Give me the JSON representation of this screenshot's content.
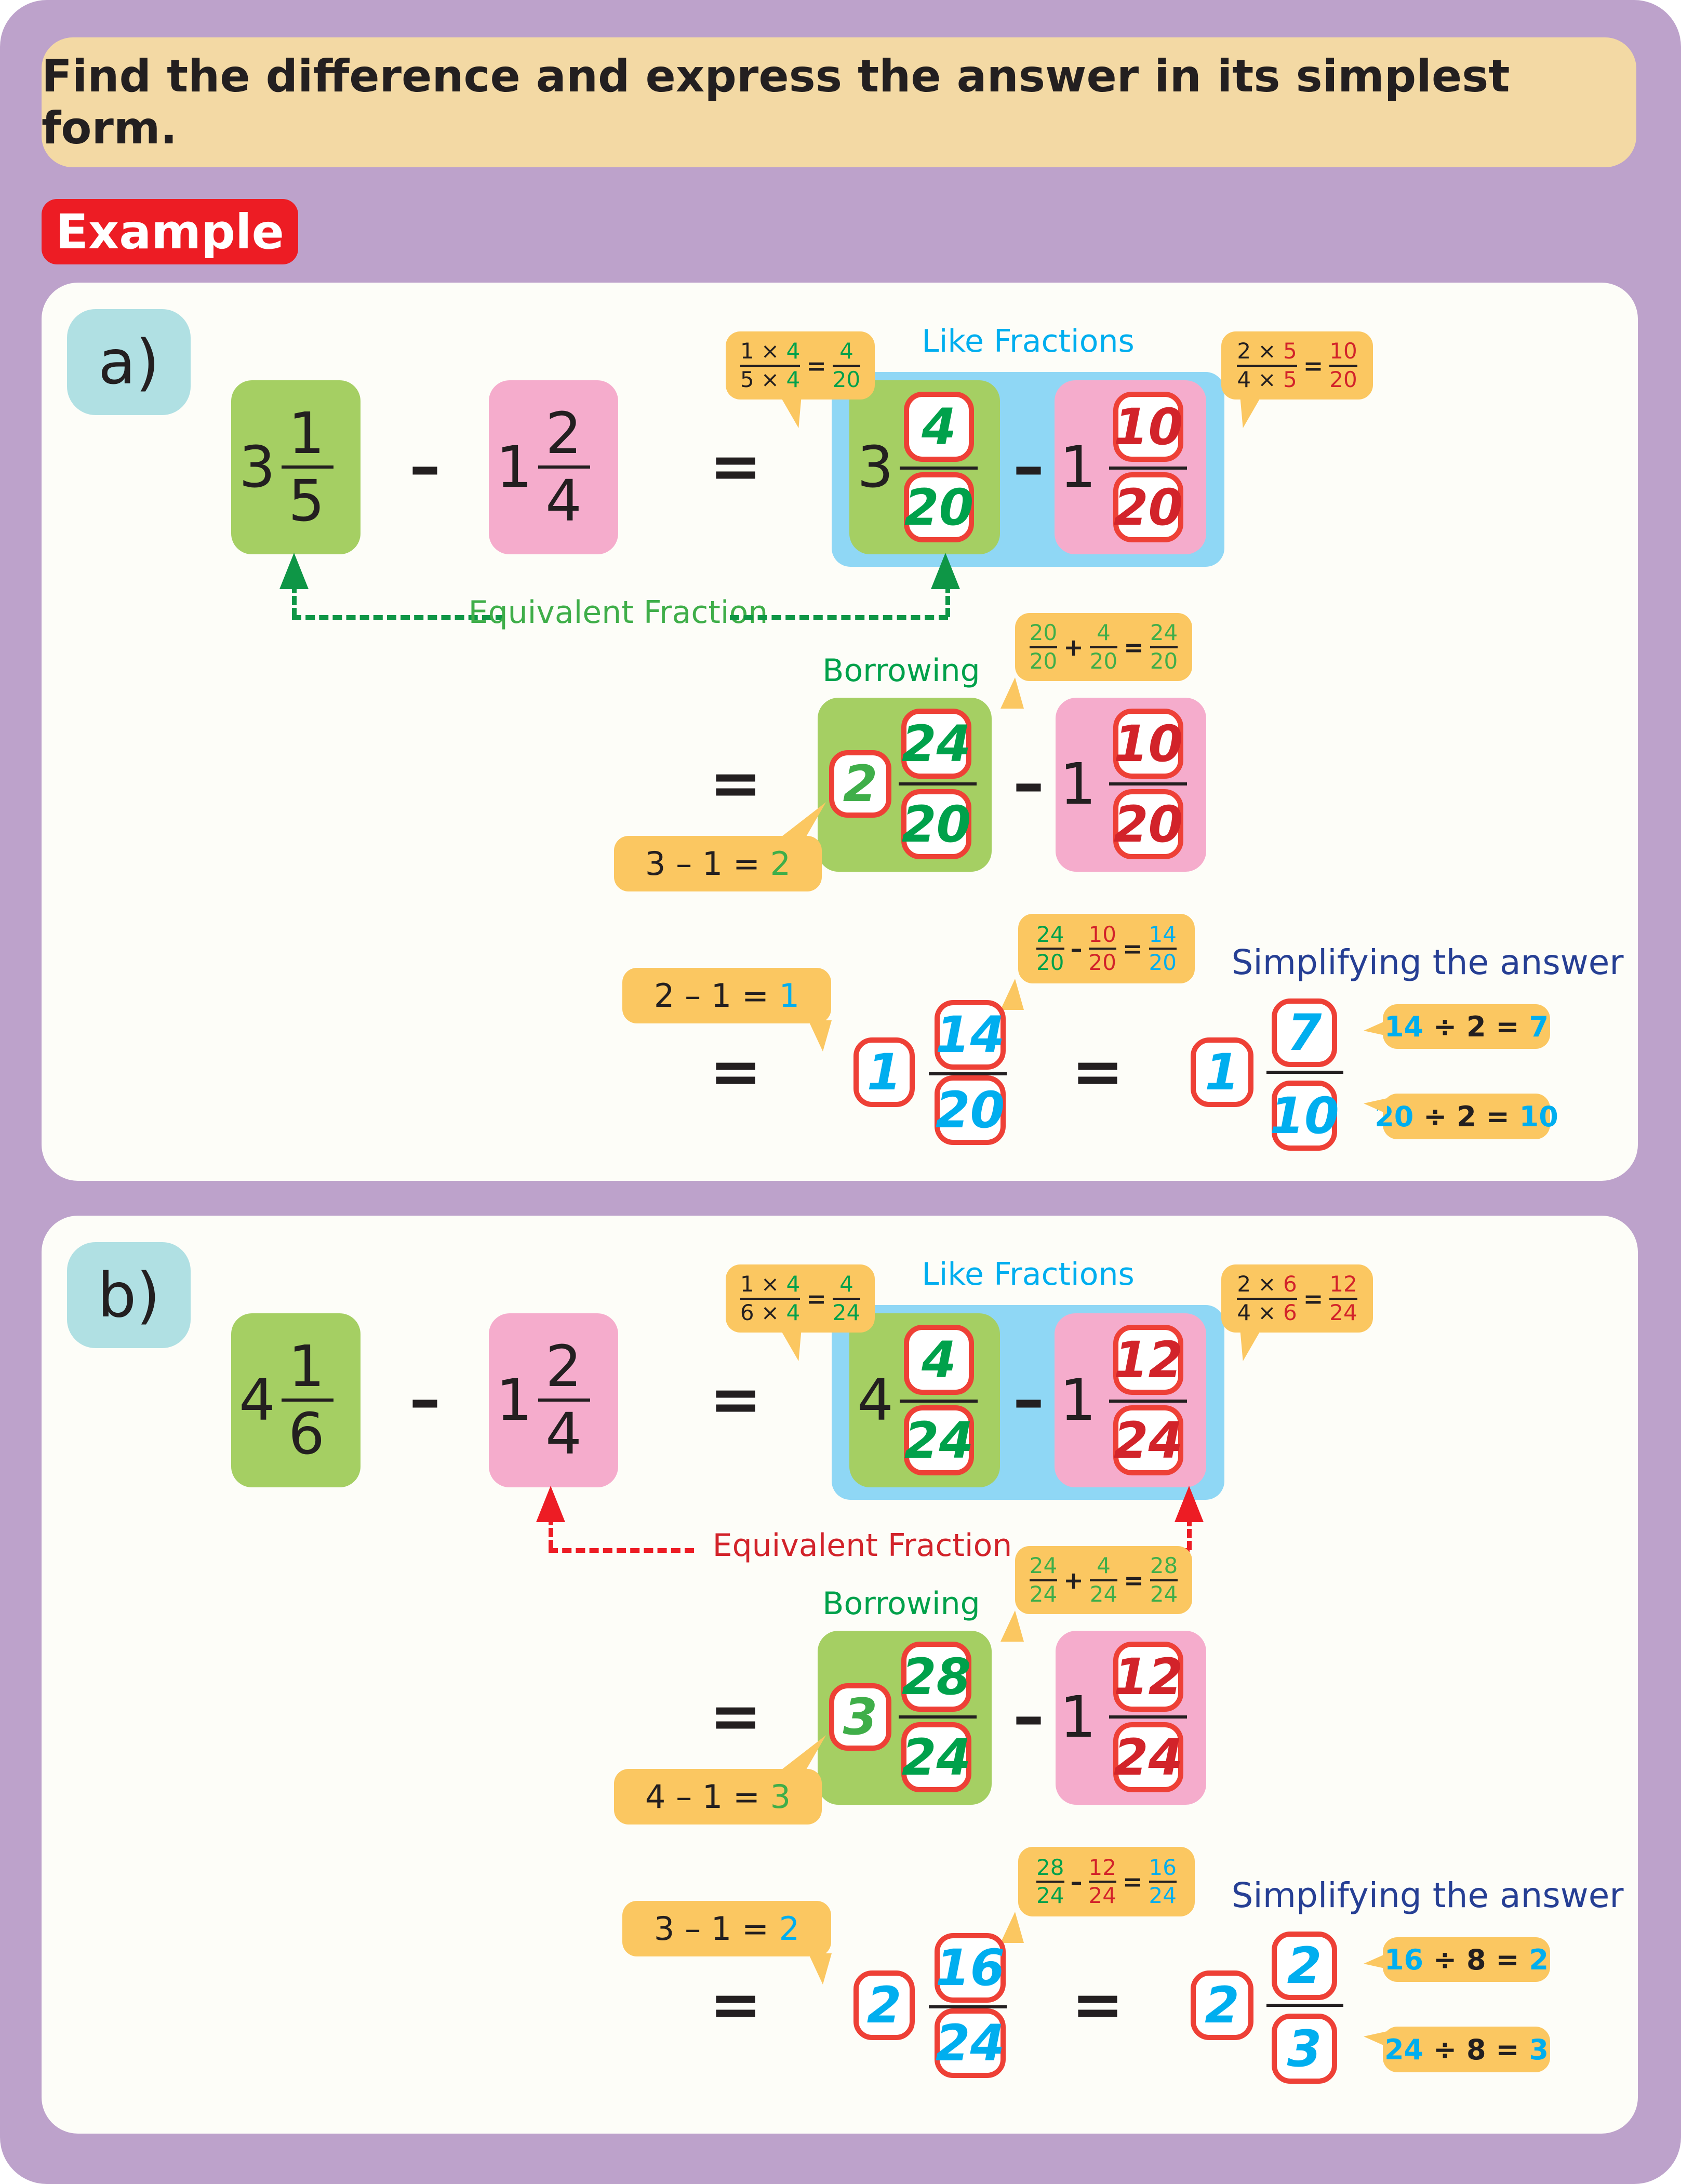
{
  "instruction": "Find the difference and express the answer in its simplest form.",
  "example_tag": "Example",
  "colors": {
    "background": "#bda2cb",
    "instruction_bg": "#f3d9a4",
    "example_tag_bg": "#ed1c24",
    "card_bg": "#fdfdf8",
    "part_label_bg": "#b0e0e3",
    "minuend_box": "#a5cf63",
    "subtrahend_box": "#f5accc",
    "like_fractions_box": "#8fd7f5",
    "callout_bg": "#fbc761",
    "answer_box_border": "#ee4036",
    "green_text": "#00a14b",
    "red_text": "#d2232a",
    "blue_text": "#00aeef",
    "navy_text": "#263f94"
  },
  "labels": {
    "like_fractions": "Like Fractions",
    "equivalent_fraction": "Equivalent Fraction",
    "borrowing": "Borrowing",
    "simplifying": "Simplifying the answer",
    "minus": "–",
    "equals": "=",
    "times": "×",
    "plus": "+",
    "divide": "÷"
  },
  "parts": [
    {
      "label": "a)",
      "problem": {
        "minuend": {
          "whole": "3",
          "num": "1",
          "den": "5"
        },
        "subtrahend": {
          "whole": "1",
          "num": "2",
          "den": "4"
        }
      },
      "like": {
        "minuend": {
          "whole": "3",
          "num": "4",
          "den": "20"
        },
        "subtrahend": {
          "whole": "1",
          "num": "10",
          "den": "20"
        },
        "callout_left": {
          "a": "1",
          "b": "4",
          "c": "5",
          "d": "4",
          "rn": "4",
          "rd": "20"
        },
        "callout_right": {
          "a": "2",
          "b": "5",
          "c": "4",
          "d": "5",
          "rn": "10",
          "rd": "20"
        }
      },
      "borrow": {
        "minuend": {
          "whole": "2",
          "num": "24",
          "den": "20"
        },
        "subtrahend": {
          "whole": "1",
          "num": "10",
          "den": "20"
        },
        "callout_frac": {
          "an": "20",
          "ad": "20",
          "bn": "4",
          "bd": "20",
          "rn": "24",
          "rd": "20"
        },
        "callout_whole": {
          "a": "3",
          "b": "1",
          "r": "2"
        }
      },
      "result": {
        "whole": "1",
        "num": "14",
        "den": "20",
        "callout_whole": {
          "a": "2",
          "b": "1",
          "r": "1"
        },
        "callout_frac": {
          "an": "24",
          "ad": "20",
          "bn": "10",
          "bd": "20",
          "rn": "14",
          "rd": "20"
        }
      },
      "simplified": {
        "whole": "1",
        "num": "7",
        "den": "10",
        "callout_num": {
          "a": "14",
          "b": "2",
          "r": "7"
        },
        "callout_den": {
          "a": "20",
          "b": "2",
          "r": "10"
        }
      }
    },
    {
      "label": "b)",
      "problem": {
        "minuend": {
          "whole": "4",
          "num": "1",
          "den": "6"
        },
        "subtrahend": {
          "whole": "1",
          "num": "2",
          "den": "4"
        }
      },
      "like": {
        "minuend": {
          "whole": "4",
          "num": "4",
          "den": "24"
        },
        "subtrahend": {
          "whole": "1",
          "num": "12",
          "den": "24"
        },
        "callout_left": {
          "a": "1",
          "b": "4",
          "c": "6",
          "d": "4",
          "rn": "4",
          "rd": "24"
        },
        "callout_right": {
          "a": "2",
          "b": "6",
          "c": "4",
          "d": "6",
          "rn": "12",
          "rd": "24"
        }
      },
      "borrow": {
        "minuend": {
          "whole": "3",
          "num": "28",
          "den": "24"
        },
        "subtrahend": {
          "whole": "1",
          "num": "12",
          "den": "24"
        },
        "callout_frac": {
          "an": "24",
          "ad": "24",
          "bn": "4",
          "bd": "24",
          "rn": "28",
          "rd": "24"
        },
        "callout_whole": {
          "a": "4",
          "b": "1",
          "r": "3"
        }
      },
      "result": {
        "whole": "2",
        "num": "16",
        "den": "24",
        "callout_whole": {
          "a": "3",
          "b": "1",
          "r": "2"
        },
        "callout_frac": {
          "an": "28",
          "ad": "24",
          "bn": "12",
          "bd": "24",
          "rn": "16",
          "rd": "24"
        }
      },
      "simplified": {
        "whole": "2",
        "num": "2",
        "den": "3",
        "callout_num": {
          "a": "16",
          "b": "8",
          "r": "2"
        },
        "callout_den": {
          "a": "24",
          "b": "8",
          "r": "3"
        }
      }
    }
  ]
}
